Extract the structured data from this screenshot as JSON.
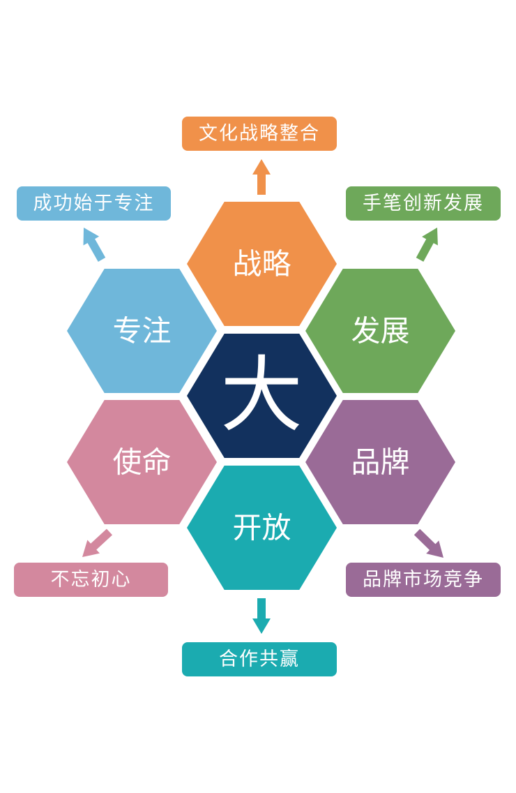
{
  "center": {
    "label": "大",
    "color": "#12315E"
  },
  "hexagons": [
    {
      "id": "strategy",
      "label": "战略",
      "color": "#F0914A",
      "caption": "文化战略整合"
    },
    {
      "id": "focus",
      "label": "专注",
      "color": "#6FB7DA",
      "caption": "成功始于专注"
    },
    {
      "id": "development",
      "label": "发展",
      "color": "#6EA85A",
      "caption": "手笔创新发展"
    },
    {
      "id": "mission",
      "label": "使命",
      "color": "#D3889E",
      "caption": "不忘初心"
    },
    {
      "id": "brand",
      "label": "品牌",
      "color": "#9A6B97",
      "caption": "品牌市场竞争"
    },
    {
      "id": "openness",
      "label": "开放",
      "color": "#1BABB0",
      "caption": "合作共赢"
    }
  ]
}
